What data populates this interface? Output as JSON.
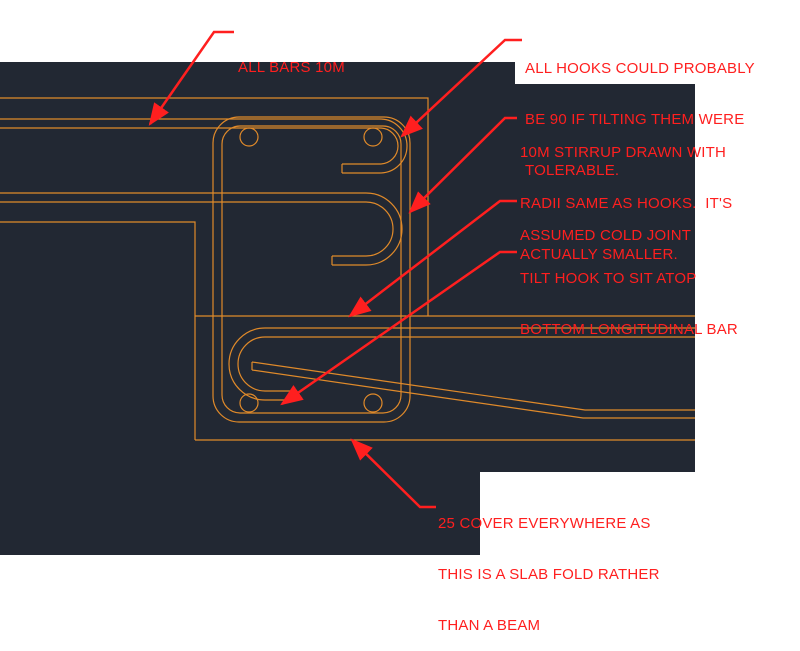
{
  "colors": {
    "background": "#ffffff",
    "drawing_area": "#222833",
    "rebar": "#e08a2a",
    "annotation": "#ff1f1f"
  },
  "annotations": [
    {
      "id": "all-bars",
      "lines": [
        "ALL BARS 10M"
      ]
    },
    {
      "id": "hooks-90",
      "lines": [
        "ALL HOOKS COULD PROBABLY",
        "BE 90 IF TILTING THEM WERE",
        "TOLERABLE."
      ]
    },
    {
      "id": "stirrup",
      "lines": [
        "10M STIRRUP DRAWN WITH",
        "RADII SAME AS HOOKS.  IT'S",
        "ACTUALLY SMALLER."
      ]
    },
    {
      "id": "cold-joint",
      "lines": [
        "ASSUMED COLD JOINT"
      ]
    },
    {
      "id": "tilt-hook",
      "lines": [
        "TILT HOOK TO SIT ATOP",
        "BOTTOM LONGITUDINAL BAR"
      ]
    },
    {
      "id": "cover",
      "lines": [
        "25 COVER EVERYWHERE AS",
        "THIS IS A SLAB FOLD RATHER",
        "THAN A BEAM"
      ]
    }
  ]
}
